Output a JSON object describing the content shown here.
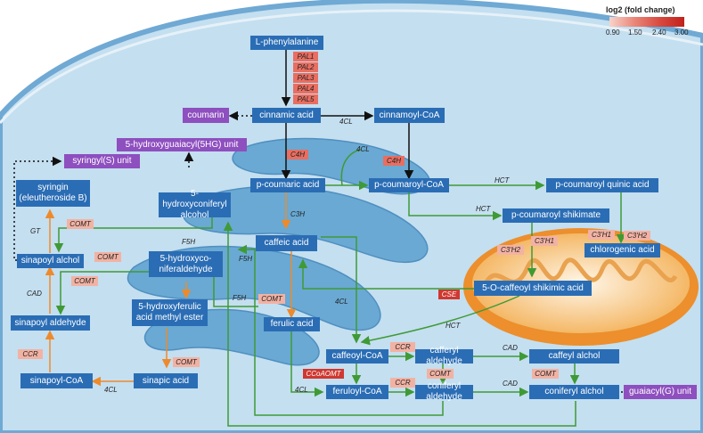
{
  "legend": {
    "title": "log2 (fold change)",
    "ticks": [
      "0.90",
      "1.50",
      "2.40",
      "3.00"
    ],
    "colors": [
      "#f8d3ca",
      "#e9877a",
      "#d84a40",
      "#c1211c"
    ]
  },
  "nodes": {
    "l_phenylalanine": "L-phenylalanine",
    "coumarin": "coumarin",
    "cinnamic_acid": "cinnamic acid",
    "cinnamoyl_coa": "cinnamoyl-CoA",
    "hydroxyguaiacyl_unit": "5-hydroxyguaiacyl(5HG) unit",
    "syringyl_unit": "syringyl(S) unit",
    "syringin": "syringin (eleutheroside B)",
    "hydroxyconiferyl_alcohol": "5-hydroxyconiferyl alcohol",
    "p_coumaric_acid": "p-coumaric acid",
    "p_coumaroyl_coa": "p-coumaroyl-CoA",
    "p_coumaroyl_quinic_acid": "p-coumaroyl quinic acid",
    "p_coumaroyl_shikimate": "p-coumaroyl shikimate",
    "chlorogenic_acid": "chlorogenic acid",
    "sinapoyl_alchol": "sinapoyl alchol",
    "hydroxyconiferaldehyde": "5-hydroxyco- niferaldehyde",
    "caffeic_acid": "caffeic acid",
    "caffeoyl_shikimic_acid": "5-O-caffeoyl shikimic acid",
    "hydroxyferulic_ester": "5-hydroxyferulic acid methyl ester",
    "ferulic_acid": "ferulic acid",
    "sinapoyl_aldehyde": "sinapoyl aldehyde",
    "caffeoyl_coa": "caffeoyl-CoA",
    "cafferyl_aldehyde": "cafferyl aldehyde",
    "caffeyl_alchol": "caffeyl alchol",
    "sinapoyl_coa": "sinapoyl-CoA",
    "sinapic_acid": "sinapic acid",
    "feruloyl_coa": "feruloyl-CoA",
    "coniferyl_aldehyde": "coniferyl aldehyde",
    "coniferyl_alchol": "coniferyl alchol",
    "guaiacyl_unit": "guaiacyl(G) unit"
  },
  "genes": {
    "pal1": "PAL1",
    "pal2": "PAL2",
    "pal3": "PAL3",
    "pal4": "PAL4",
    "pal5": "PAL5",
    "c4h_a": "C4H",
    "c4h_b": "C4H",
    "comt_a": "COMT",
    "comt_b": "COMT",
    "comt_c": "COMT",
    "comt_d": "COMT",
    "comt_e": "COMT",
    "comt_f": "COMT",
    "c3h1_a": "C3'H1",
    "c3h2_a": "C3'H2",
    "c3h1_b": "C3'H1",
    "c3h2_b": "C3'H2",
    "cse": "CSE",
    "ccr_a": "CCR",
    "ccr_b": "CCR",
    "ccr_c": "CCR",
    "ccoaomt": "CCoAOMT"
  },
  "labels": {
    "fourcl_a": "4CL",
    "fourcl_b": "4CL",
    "fourcl_c": "4CL",
    "fourcl_d": "4CL",
    "fourcl_e": "4CL",
    "hct_a": "HCT",
    "hct_b": "HCT",
    "hct_c": "HCT",
    "c3h": "C3H",
    "gt": "GT",
    "cad_a": "CAD",
    "cad_b": "CAD",
    "cad_c": "CAD",
    "f5h_a": "F5H",
    "f5h_b": "F5H",
    "f5h_c": "F5H"
  }
}
